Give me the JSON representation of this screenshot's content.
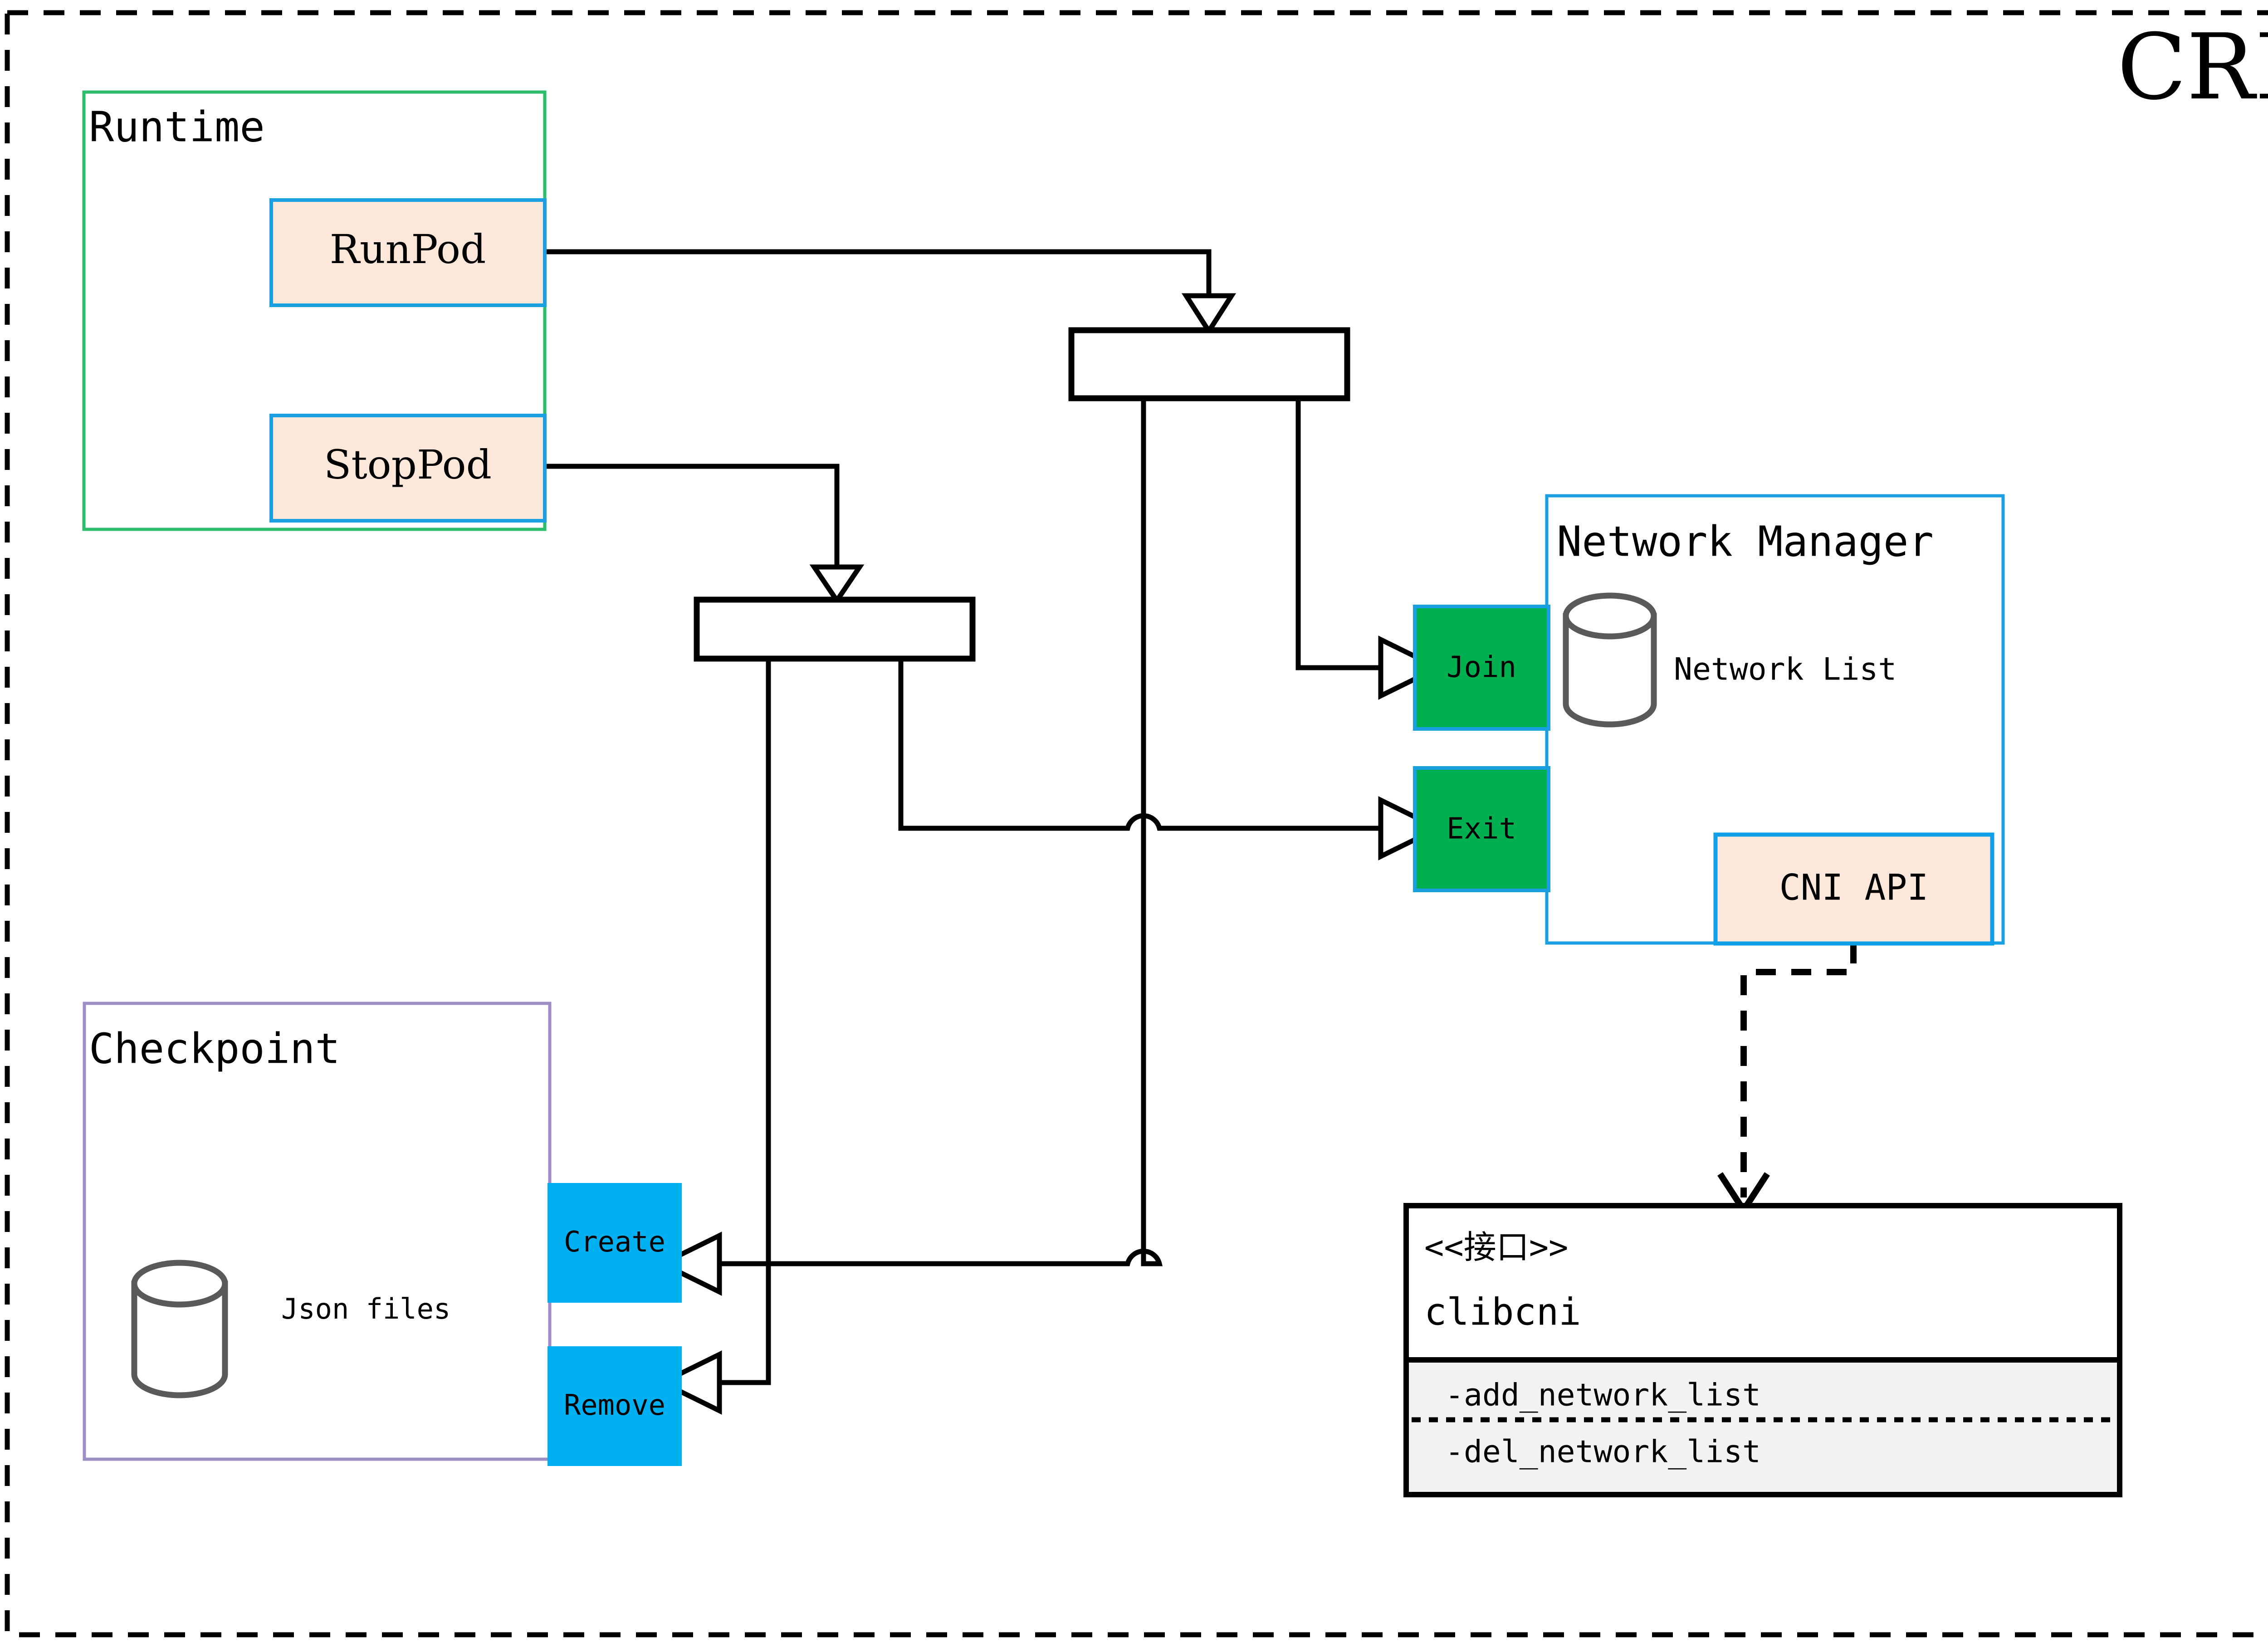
{
  "diagram": {
    "title": "CRI",
    "title_color": "#856404",
    "frame": {
      "style": "dashed",
      "color": "#000000"
    }
  },
  "containers": {
    "runtime": {
      "label": "Runtime",
      "border_color": "#2ebd6b",
      "fill": "#ffffff"
    },
    "checkpoint": {
      "label": "Checkpoint",
      "border_color": "#9d8ec4",
      "fill": "#ffffff",
      "store_label": "Json files"
    },
    "network_manager": {
      "label": "Network Manager",
      "border_color": "#1a9fe0",
      "fill": "#ffffff",
      "store_label": "Network List"
    }
  },
  "nodes": {
    "run_pod": {
      "label": "RunPod",
      "fill": "#fce8da",
      "border_color": "#1a9fe0"
    },
    "stop_pod": {
      "label": "StopPod",
      "fill": "#fce8da",
      "border_color": "#1a9fe0"
    },
    "cni_api": {
      "label": "CNI API",
      "fill": "#fce8da",
      "border_color": "#0fa0e8"
    },
    "join": {
      "label": "Join",
      "fill": "#00b050",
      "border_color": "#1a9fe0"
    },
    "exit": {
      "label": "Exit",
      "fill": "#00b050",
      "border_color": "#1a9fe0"
    },
    "create": {
      "label": "Create",
      "fill": "#00b0f0",
      "border_color": "#00b0f0"
    },
    "remove": {
      "label": "Remove",
      "fill": "#00b0f0",
      "border_color": "#00b0f0"
    }
  },
  "interface_box": {
    "stereotype": "<<接口>>",
    "name": "clibcni",
    "methods": [
      "-add_network_list",
      "-del_network_list"
    ],
    "methods_fill": "#f2f2f2",
    "border_color": "#000000"
  },
  "forks": {
    "top": {
      "label": ""
    },
    "bottom": {
      "label": ""
    }
  }
}
